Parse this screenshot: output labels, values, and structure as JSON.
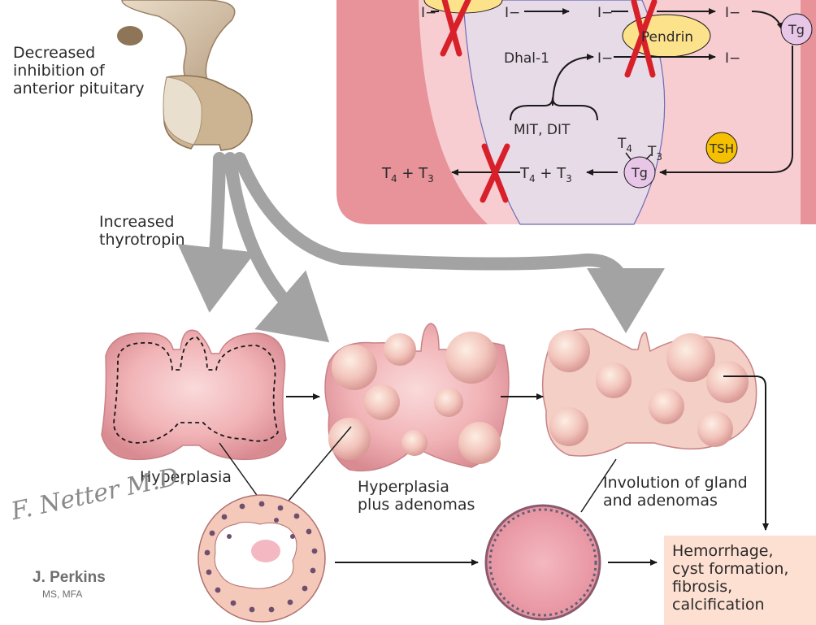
{
  "labels": {
    "decreased_inhibition": [
      "Decreased",
      "inhibition of",
      "anterior pituitary"
    ],
    "increased_thyrotropin": [
      "Increased",
      "thyrotropin"
    ],
    "hyperplasia": "Hyperplasia",
    "hyperplasia_adenomas": [
      "Hyperplasia",
      "plus adenomas"
    ],
    "involution": [
      "Involution of gland",
      "and adenomas"
    ],
    "outcome": [
      "Hemorrhage,",
      "cyst formation,",
      "fibrosis,",
      "calcification"
    ]
  },
  "cell_pathway": {
    "iodide": "I−",
    "pendrin": "Pendrin",
    "dhal": "Dhal-1",
    "mit_dit": "MIT, DIT",
    "tsh": "TSH",
    "tg": "Tg",
    "t4": "T4",
    "t3": "T3",
    "t4_t3": "T4 + T3",
    "t_base": "T",
    "sub4": "4",
    "sub3": "3",
    "plus": " + "
  },
  "signature": {
    "netter": "F. Netter M.D.",
    "artist": "J. Perkins",
    "credentials": "MS, MFA"
  },
  "colors": {
    "cell_outer": "#e8929a",
    "cell_middle": "#f7cdd2",
    "cell_lumen": "#e8dbe8",
    "pendrin_fill": "#fde28c",
    "tsh_fill": "#f5c000",
    "tg_fill": "#e8c6e8",
    "block_x": "#d8202a",
    "gray_arrow": "#a3a3a3",
    "gland_pink": "#f0b0b4",
    "outcome_box": "#fde0d2"
  }
}
